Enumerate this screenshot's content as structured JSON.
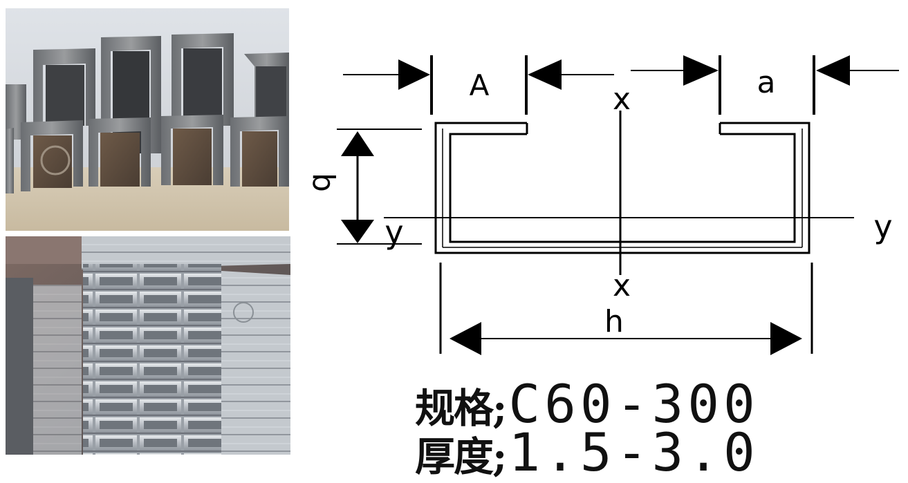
{
  "photos": {
    "top": {
      "subject": "steel-c-channel-profiles-photo"
    },
    "bottom": {
      "subject": "galvanized-c-channel-stack-photo"
    }
  },
  "diagram": {
    "labels": {
      "A": "A",
      "a": "a",
      "b": "b",
      "h": "h",
      "x_top": "x",
      "x_bottom": "x",
      "y_left": "y",
      "y_right": "y"
    }
  },
  "specs": {
    "size": {
      "label": "规格;",
      "value": "C60-300"
    },
    "thickness": {
      "label": "厚度;",
      "value": "1.5-3.0"
    }
  },
  "colors": {
    "line": "#000000",
    "background": "#ffffff"
  }
}
